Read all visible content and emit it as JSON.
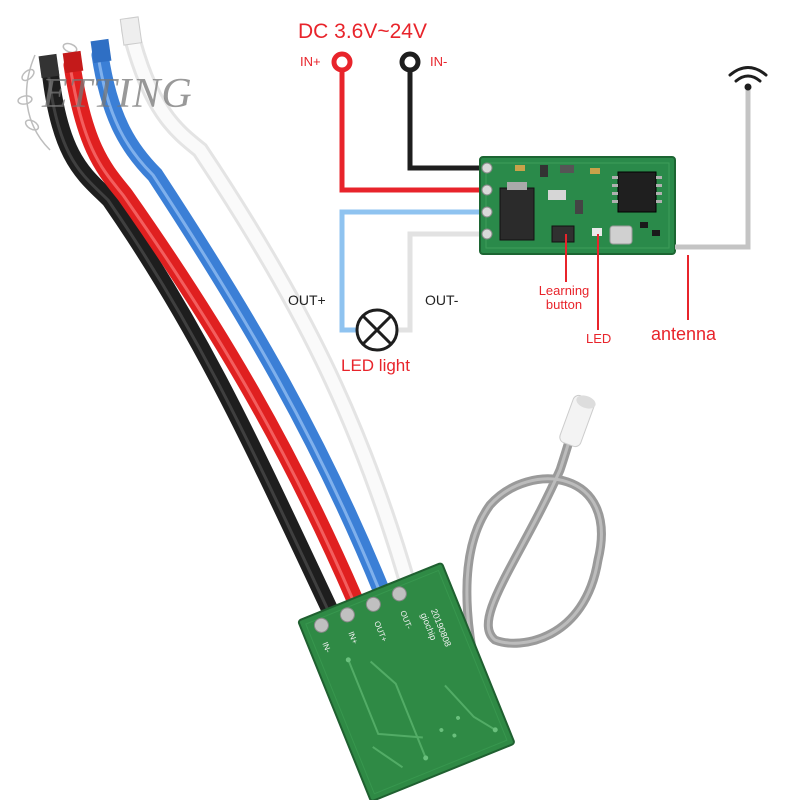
{
  "watermark": {
    "text": "ETTING"
  },
  "diagram": {
    "supply_label": "DC 3.6V~24V",
    "in_plus": "IN+",
    "in_minus": "IN-",
    "out_plus": "OUT+",
    "out_minus": "OUT-",
    "led_light": "LED light",
    "learning_button": "Learning\nbutton",
    "led": "LED",
    "antenna": "antenna"
  },
  "board": {
    "pins": [
      "IN-",
      "IN+",
      "OUT+",
      "OUT-"
    ],
    "marking_line1": "20190808",
    "marking_line2": "giochip"
  },
  "colors": {
    "accent_red": "#e8242b",
    "wire_black": "#1e1e1e",
    "wire_red": "#e02020",
    "wire_blue": "#3b7fd6",
    "wire_white": "#f2f2f2",
    "pcb_green": "#2f8a45",
    "antenna_gray": "#9a9a9a"
  }
}
